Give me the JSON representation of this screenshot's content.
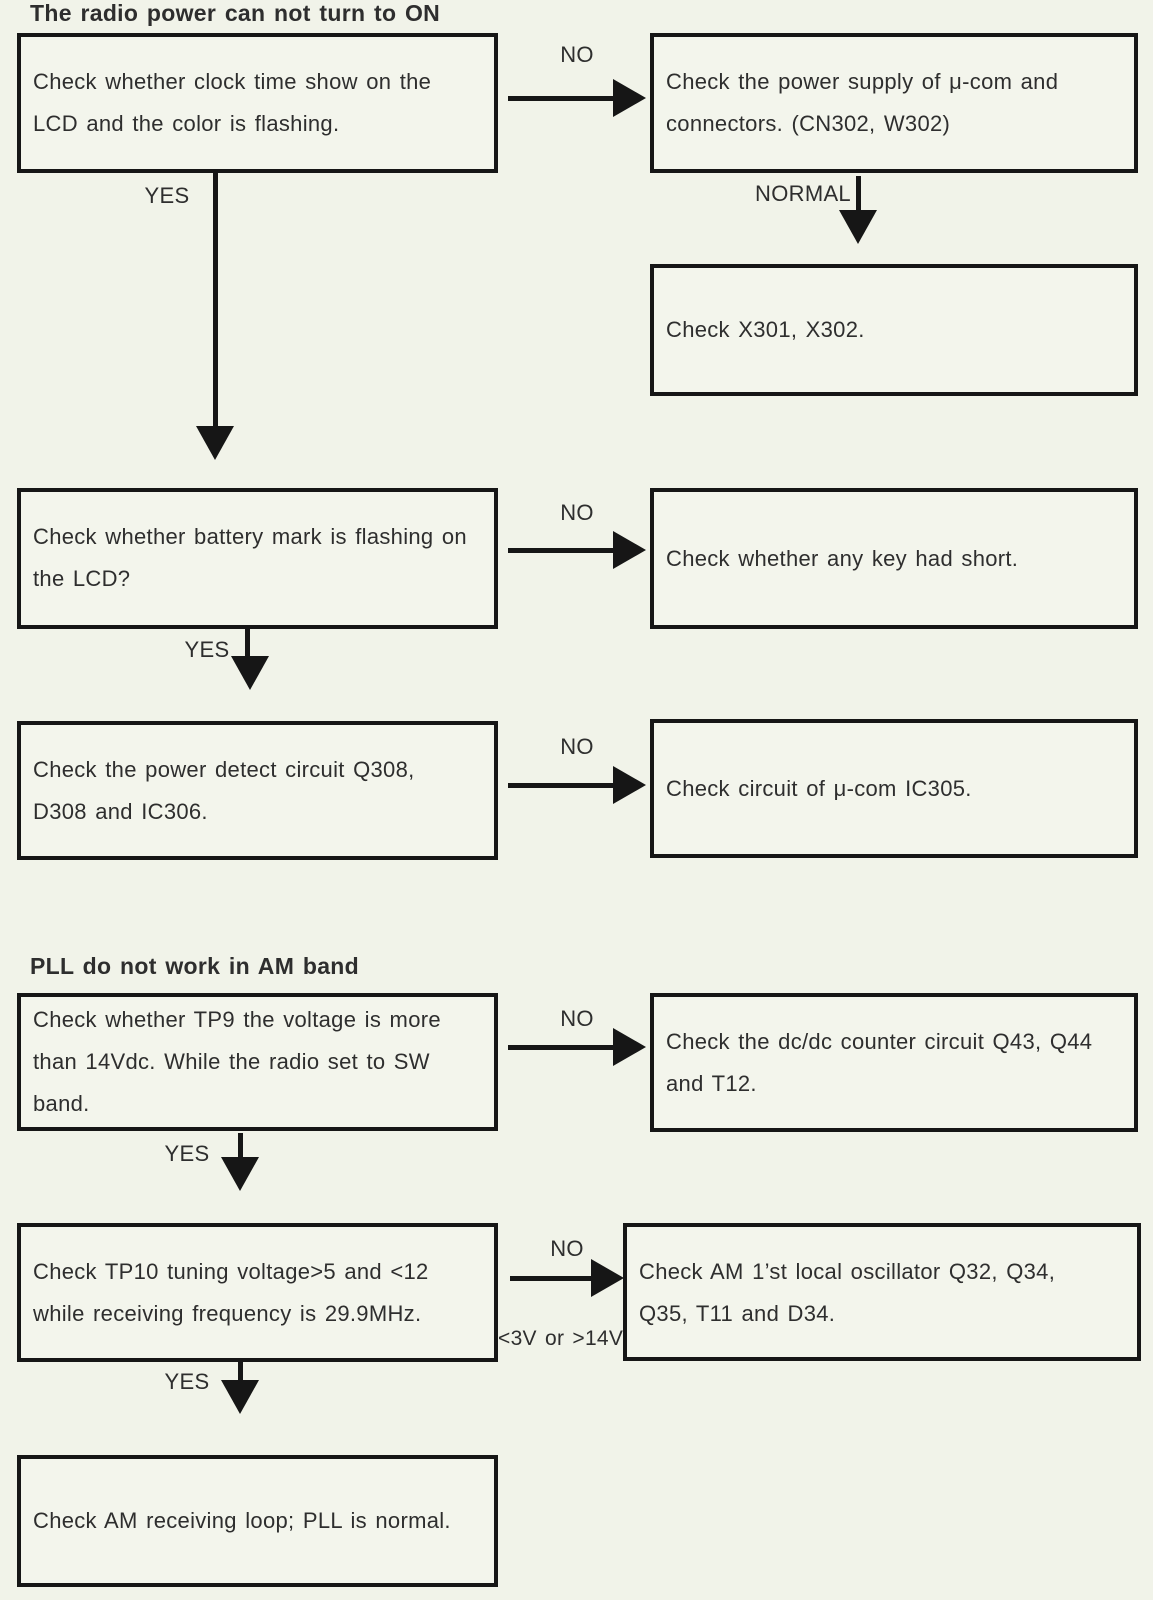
{
  "colors": {
    "background": "#f1f3e9",
    "box_fill": "#f3f5ec",
    "line_and_border": "#161616",
    "text": "#2e2e2e"
  },
  "sections": [
    {
      "title": "The radio power can not turn to ON"
    },
    {
      "title": "PLL do not work in AM band"
    }
  ],
  "labels": {
    "no": "NO",
    "yes": "YES",
    "normal": "NORMAL",
    "voltage_range": "<3V or >14V"
  },
  "boxes": {
    "check_clock": {
      "lines": [
        "Check whether clock time show on the",
        "LCD and the color is flashing."
      ]
    },
    "power_supply": {
      "lines": [
        "Check the power supply of μ-com and",
        "connectors. (CN302, W302)"
      ]
    },
    "check_x301": {
      "lines": [
        "Check X301, X302."
      ]
    },
    "battery_mark": {
      "lines": [
        "Check whether battery mark is flashing on",
        "the LCD?"
      ]
    },
    "key_short": {
      "lines": [
        "Check whether any key had short."
      ]
    },
    "power_detect": {
      "lines": [
        "Check the power detect circuit Q308,",
        "D308 and IC306."
      ]
    },
    "ucom_circuit": {
      "lines": [
        "Check circuit of μ-com IC305."
      ]
    },
    "tp9_voltage": {
      "lines": [
        "Check whether TP9 the voltage is more",
        "than 14Vdc. While the radio set to SW",
        "band."
      ]
    },
    "dcdc_counter": {
      "lines": [
        "Check the dc/dc counter circuit Q43, Q44",
        "and T12."
      ]
    },
    "tp10_tuning": {
      "lines": [
        "Check TP10 tuning voltage>5 and <12",
        "while receiving frequency is 29.9MHz."
      ]
    },
    "am_oscillator": {
      "lines": [
        "Check AM 1’st local oscillator Q32, Q34,",
        "Q35, T11 and D34."
      ]
    },
    "am_loop": {
      "lines": [
        "Check AM receiving loop; PLL is normal."
      ]
    }
  }
}
